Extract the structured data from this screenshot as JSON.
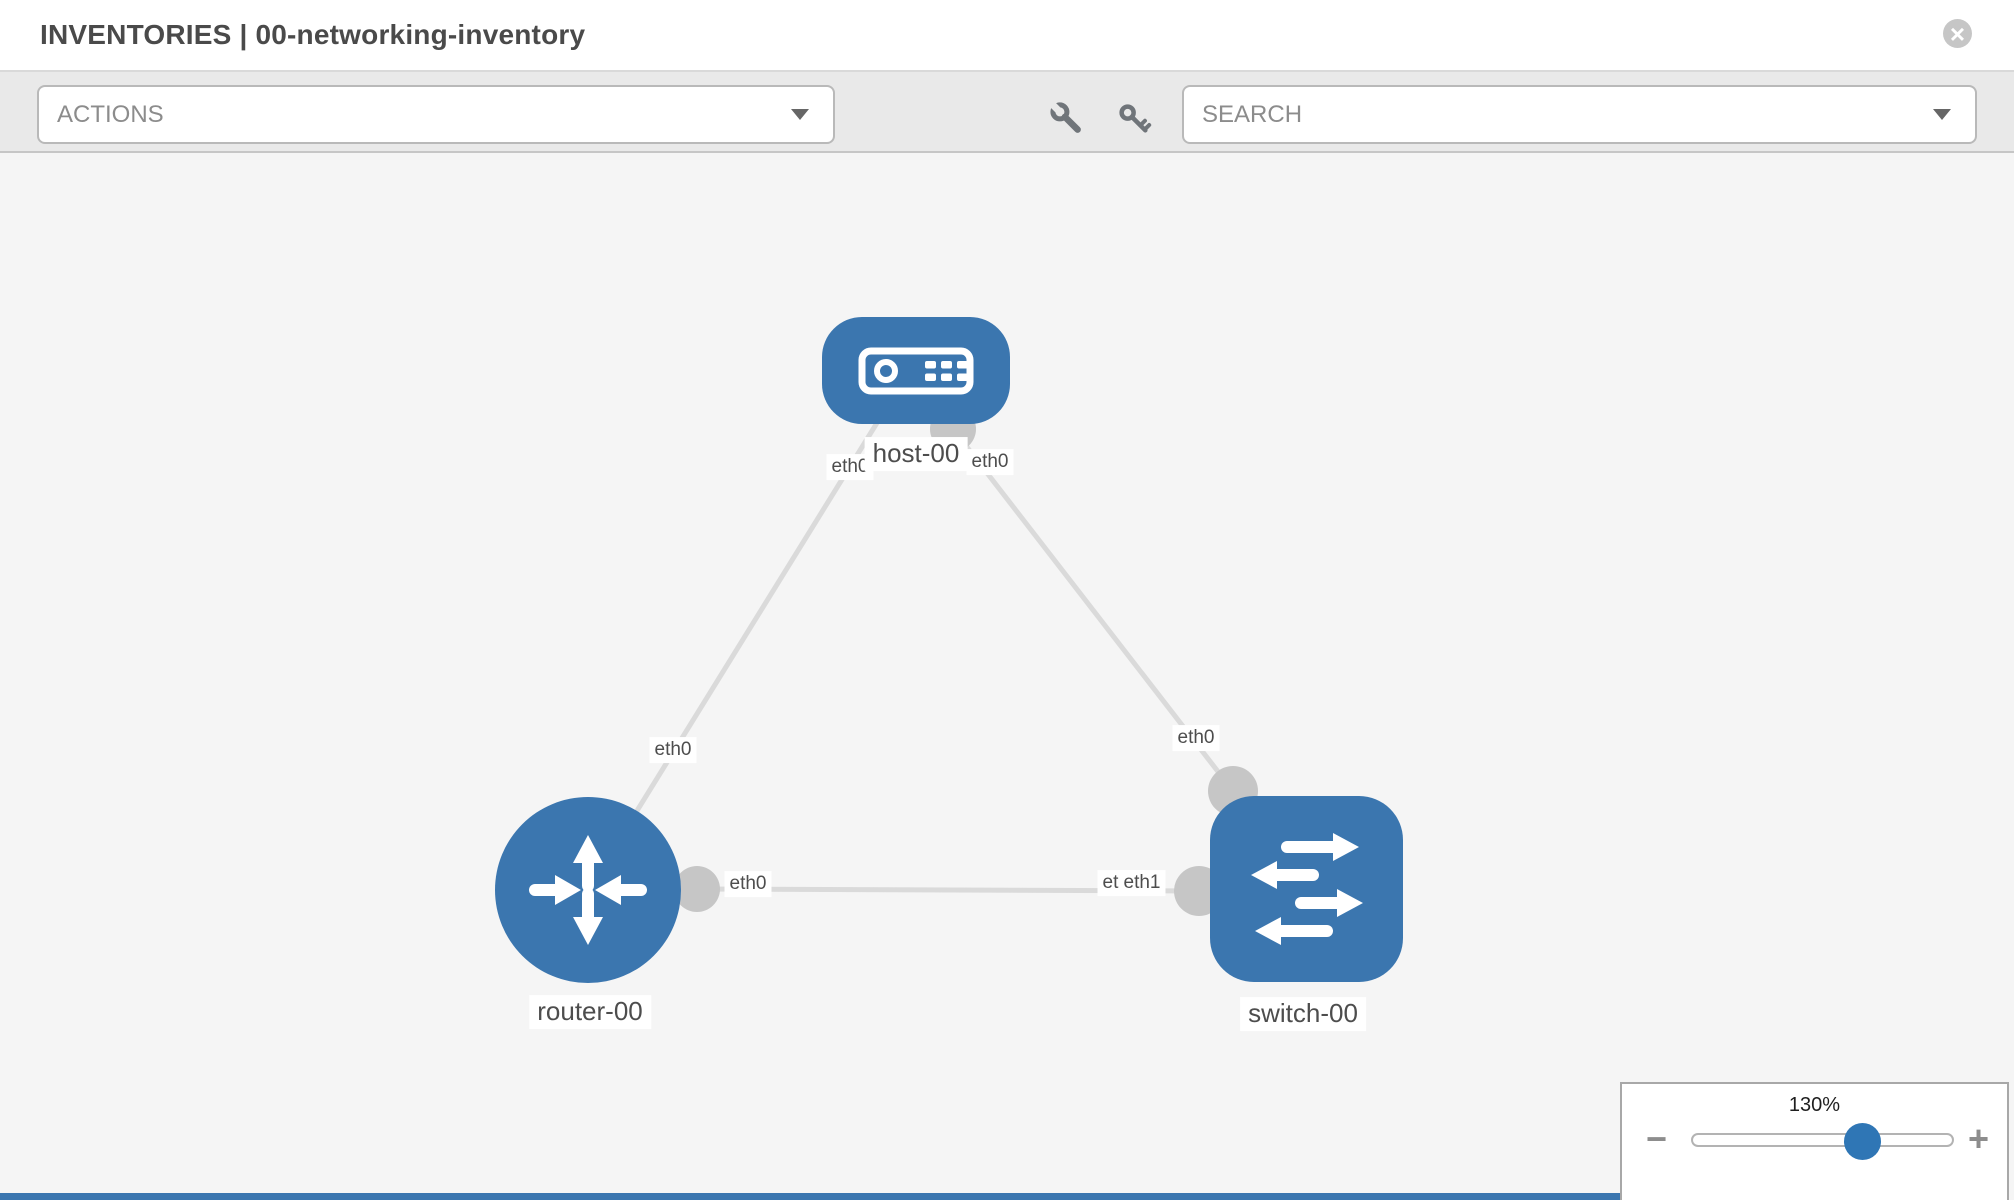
{
  "header": {
    "title": "INVENTORIES | 00-networking-inventory"
  },
  "toolbar": {
    "actions_label": "ACTIONS",
    "search_label": "SEARCH"
  },
  "icons": {
    "close": "×",
    "wrench": "wrench-icon",
    "key": "key-icon",
    "caret": "chevron-down-icon",
    "host": "host-device-icon",
    "router": "router-arrows-icon",
    "switch": "switch-arrows-icon"
  },
  "diagram": {
    "nodes": [
      {
        "id": "host-00",
        "type": "host",
        "label": "host-00"
      },
      {
        "id": "router-00",
        "type": "router",
        "label": "router-00"
      },
      {
        "id": "switch-00",
        "type": "switch",
        "label": "switch-00"
      }
    ],
    "interfaces": [
      {
        "label": "eth0",
        "node": "host-00",
        "placement": "below-host-left"
      },
      {
        "label": "eth0",
        "node": "host-00",
        "placement": "below-host-right"
      },
      {
        "label": "eth0",
        "node": "router-00",
        "placement": "on-host-router-link"
      },
      {
        "label": "eth0",
        "node": "switch-00",
        "placement": "above-switch"
      },
      {
        "label": "eth0",
        "node": "router-00",
        "placement": "right-of-router"
      },
      {
        "label": "eth0",
        "node": "switch-00",
        "placement": "left-of-switch-under"
      },
      {
        "label": "eth1",
        "node": "switch-00",
        "placement": "left-of-switch"
      }
    ],
    "links": [
      {
        "from": "host-00",
        "to": "router-00"
      },
      {
        "from": "host-00",
        "to": "switch-00"
      },
      {
        "from": "router-00",
        "to": "switch-00"
      }
    ]
  },
  "zoom_panel": {
    "level": "130%",
    "minus_glyph": "−",
    "plus_glyph": "+"
  },
  "colors": {
    "node_blue": "#3b76af",
    "link_gray": "#dadada",
    "dot_gray": "#c6c6c6",
    "thumb_blue": "#2f76b5"
  }
}
